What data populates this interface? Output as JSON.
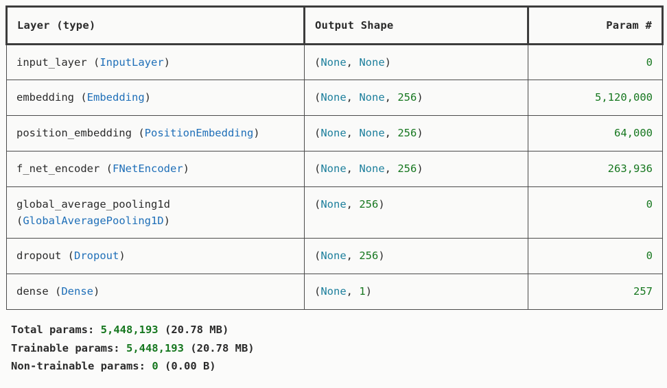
{
  "table": {
    "columns": [
      {
        "key": "layer",
        "label": "Layer (type)",
        "align": "left"
      },
      {
        "key": "shape",
        "label": "Output Shape",
        "align": "left"
      },
      {
        "key": "param",
        "label": "Param #",
        "align": "right"
      }
    ],
    "rows": [
      {
        "layer_name": "input_layer",
        "layer_type": "InputLayer",
        "shape_tokens": [
          "(",
          "None",
          ", ",
          "None",
          ")"
        ],
        "shape_text": "(None, None)",
        "param": "0"
      },
      {
        "layer_name": "embedding",
        "layer_type": "Embedding",
        "shape_tokens": [
          "(",
          "None",
          ", ",
          "None",
          ", ",
          "256",
          ")"
        ],
        "shape_text": "(None, None, 256)",
        "param": "5,120,000"
      },
      {
        "layer_name": "position_embedding",
        "layer_type": "PositionEmbedding",
        "shape_tokens": [
          "(",
          "None",
          ", ",
          "None",
          ", ",
          "256",
          ")"
        ],
        "shape_text": "(None, None, 256)",
        "param": "64,000"
      },
      {
        "layer_name": "f_net_encoder",
        "layer_type": "FNetEncoder",
        "shape_tokens": [
          "(",
          "None",
          ", ",
          "None",
          ", ",
          "256",
          ")"
        ],
        "shape_text": "(None, None, 256)",
        "param": "263,936"
      },
      {
        "layer_name": "global_average_pooling1d",
        "layer_type": "GlobalAveragePooling1D",
        "shape_tokens": [
          "(",
          "None",
          ", ",
          "256",
          ")"
        ],
        "shape_text": "(None, 256)",
        "param": "0"
      },
      {
        "layer_name": "dropout",
        "layer_type": "Dropout",
        "shape_tokens": [
          "(",
          "None",
          ", ",
          "256",
          ")"
        ],
        "shape_text": "(None, 256)",
        "param": "0"
      },
      {
        "layer_name": "dense",
        "layer_type": "Dense",
        "shape_tokens": [
          "(",
          "None",
          ", ",
          "1",
          ")"
        ],
        "shape_text": "(None, 1)",
        "param": "257"
      }
    ]
  },
  "totals": [
    {
      "label": "Total params: ",
      "value": "5,448,193",
      "size": " (20.78 MB)"
    },
    {
      "label": "Trainable params: ",
      "value": "5,448,193",
      "size": " (20.78 MB)"
    },
    {
      "label": "Non-trainable params: ",
      "value": "0",
      "size": " (0.00 B)"
    }
  ],
  "colors": {
    "layer_type": "#1f6fb8",
    "none_token": "#1d7f9c",
    "number_token": "#16771f",
    "text": "#2b2b2b",
    "border": "#3c3c3c",
    "cell_bg": "#fafaf9",
    "page_bg": "#fbfbfa"
  }
}
